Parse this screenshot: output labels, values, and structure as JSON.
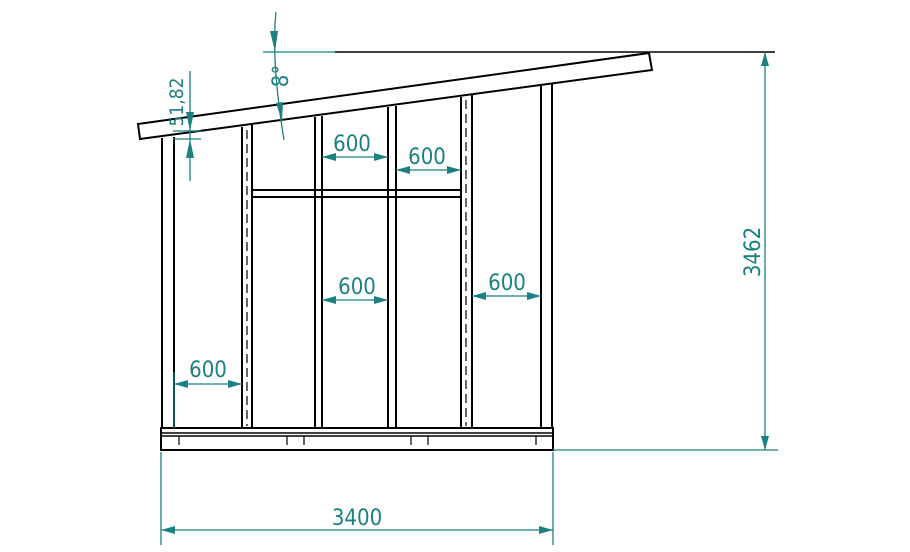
{
  "drawing": {
    "dimension_color": "#1a8080",
    "line_color": "#000000",
    "dimensions": {
      "overall_width": "3400",
      "overall_height": "3462",
      "roof_angle": "8°",
      "roof_thickness": "51,82",
      "stud_spacing_top_left": "600",
      "stud_spacing_top_right": "600",
      "stud_spacing_middle": "600",
      "stud_spacing_right": "600",
      "stud_spacing_left": "600"
    }
  }
}
